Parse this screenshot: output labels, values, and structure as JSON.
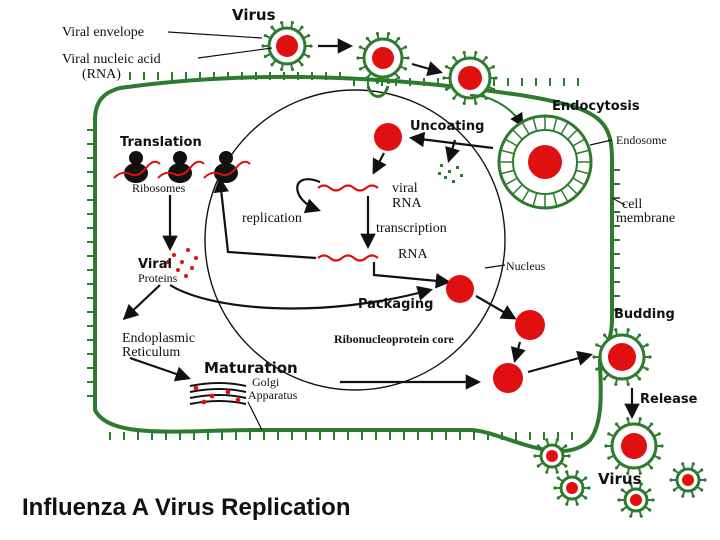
{
  "diagram": {
    "title": "Influenza A Virus Replication",
    "labels": {
      "virus_top": "Virus",
      "viral_envelope": "Viral envelope",
      "viral_nucleic_acid": "Viral nucleic acid",
      "rna_paren": "(RNA)",
      "endocytosis": "Endocytosis",
      "uncoating": "Uncoating",
      "endosome": "Endosome",
      "cell": "cell",
      "membrane": "membrane",
      "translation": "Translation",
      "ribosomes": "Ribosomes",
      "viral": "viral",
      "rna": "RNA",
      "replication": "replication",
      "transcription": "transcription",
      "rna2": "RNA",
      "nucleus": "Nucleus",
      "viral_proteins_1": "Viral",
      "viral_proteins_2": "Proteins",
      "packaging": "Packaging",
      "rnp_core": "Ribonucleoprotein core",
      "budding": "Budding",
      "er_1": "Endoplasmic",
      "er_2": "Reticulum",
      "maturation": "Maturation",
      "golgi_1": "Golgi",
      "golgi_2": "Apparatus",
      "release": "Release",
      "virus_bottom": "Virus"
    },
    "colors": {
      "membrane": "#2e7a2e",
      "virion": "#e01010",
      "ink": "#111111"
    }
  }
}
